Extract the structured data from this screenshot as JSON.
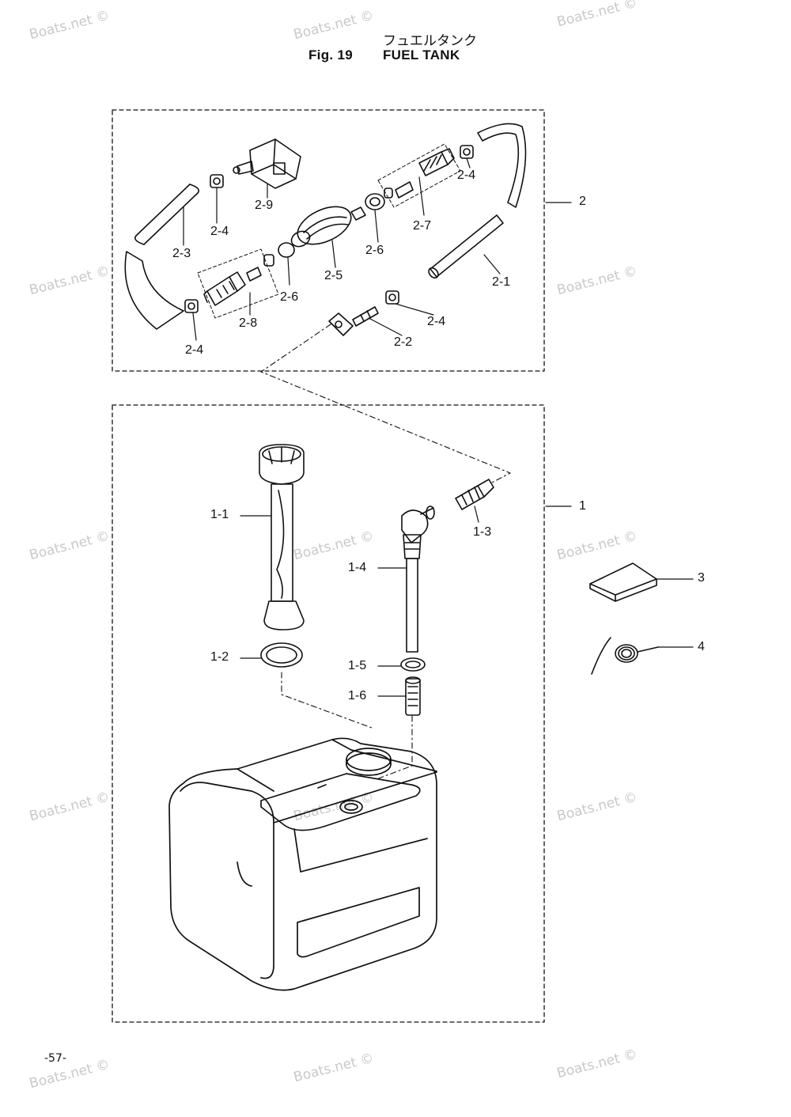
{
  "header": {
    "jp_title": "フュエルタンク",
    "fig": "Fig. 19",
    "title": "FUEL TANK"
  },
  "page_number": "-57-",
  "watermark": "Boats.net ©",
  "callouts": {
    "c1": "1",
    "c2": "2",
    "c3": "3",
    "c4": "4",
    "c1_1": "1-1",
    "c1_2": "1-2",
    "c1_3": "1-3",
    "c1_4": "1-4",
    "c1_5": "1-5",
    "c1_6": "1-6",
    "c2_1": "2-1",
    "c2_2": "2-2",
    "c2_3": "2-3",
    "c2_4a": "2-4",
    "c2_4b": "2-4",
    "c2_4c": "2-4",
    "c2_4d": "2-4",
    "c2_5": "2-5",
    "c2_6": "2-6",
    "c2_7": "2-7",
    "c2_8": "2-8",
    "c2_9": "2-9"
  },
  "colors": {
    "ink": "#111111",
    "watermark": "#c9c9c9",
    "background": "#ffffff"
  }
}
